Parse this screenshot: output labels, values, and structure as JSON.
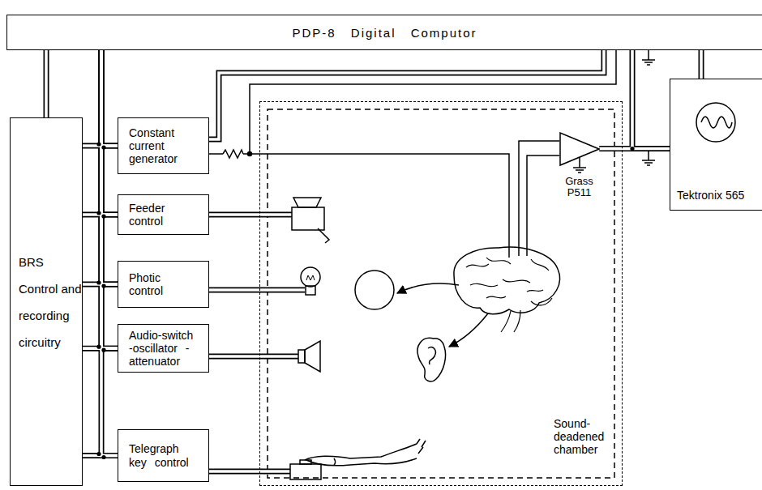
{
  "diagram": {
    "nodes": [
      {
        "text": [
          "PDP-8 Digital Computor"
        ]
      },
      {
        "text": [
          "BRS Control and recording circuitry"
        ]
      },
      {
        "text": [
          "Constant current generator"
        ]
      },
      {
        "text": [
          "Feeder control"
        ]
      },
      {
        "text": [
          "Photic control"
        ]
      },
      {
        "text": [
          "Audio-switch -oscillator -attenuator"
        ]
      },
      {
        "text": [
          "Telegraph key control"
        ]
      },
      {
        "text": [
          "Sound-deadened chamber"
        ]
      },
      {
        "text": [
          "Grass P511"
        ],
        "in": 7
      },
      {
        "text": [
          "Tektronix 565"
        ]
      }
    ],
    "edges": [
      {
        "from": 0,
        "to": 1,
        "arrow": "none"
      },
      {
        "from": 1,
        "to": 2,
        "arrow": "none"
      },
      {
        "from": 1,
        "to": 3,
        "arrow": "none"
      },
      {
        "from": 1,
        "to": 4,
        "arrow": "none"
      },
      {
        "from": 1,
        "to": 5,
        "arrow": "none"
      },
      {
        "from": 1,
        "to": 6,
        "arrow": "none"
      },
      {
        "from": 0,
        "to": 2,
        "arrow": "none"
      },
      {
        "from": 0,
        "to": 3,
        "arrow": "none"
      },
      {
        "from": 0,
        "to": 4,
        "arrow": "none"
      },
      {
        "from": 0,
        "to": 5,
        "arrow": "none"
      },
      {
        "from": 0,
        "to": 6,
        "arrow": "none"
      },
      {
        "from": 2,
        "to": 0,
        "arrow": "none"
      },
      {
        "from": 8,
        "to": 0,
        "arrow": "none"
      },
      {
        "from": 8,
        "to": 9,
        "arrow": "none"
      },
      {
        "from": 9,
        "to": 0,
        "arrow": "none"
      }
    ]
  }
}
